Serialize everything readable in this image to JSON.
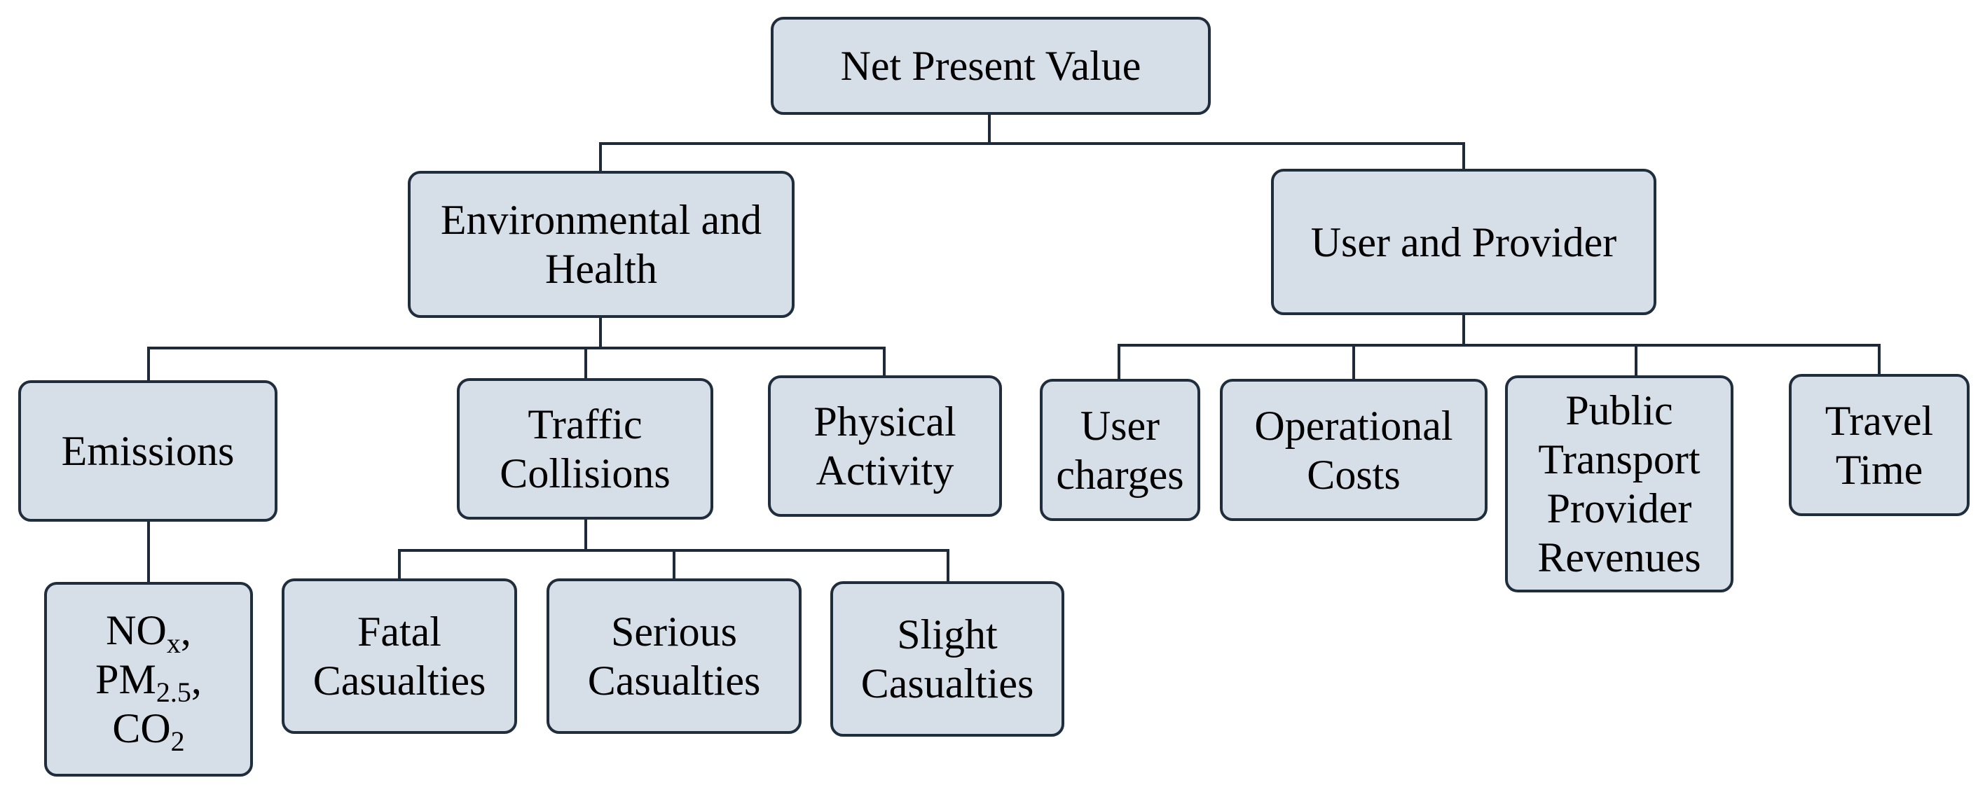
{
  "diagram": {
    "root": {
      "lines": [
        "Net Present Value"
      ]
    },
    "env_health": {
      "lines": [
        "Environmental and",
        "Health"
      ]
    },
    "user_provider": {
      "lines": [
        "User and Provider"
      ]
    },
    "emissions": {
      "lines": [
        "Emissions"
      ]
    },
    "traffic_collisions": {
      "lines": [
        "Traffic",
        "Collisions"
      ]
    },
    "physical_activity": {
      "lines": [
        "Physical",
        "Activity"
      ]
    },
    "user_charges": {
      "lines": [
        "User",
        "charges"
      ]
    },
    "operational_costs": {
      "lines": [
        "Operational",
        "Costs"
      ]
    },
    "pt_revenues": {
      "lines": [
        "Public",
        "Transport",
        "Provider",
        "Revenues"
      ]
    },
    "travel_time": {
      "lines": [
        "Travel",
        "Time"
      ]
    },
    "pollutants": {
      "nox": {
        "base": "NO",
        "sub": "x",
        "suffix": ","
      },
      "pm25": {
        "base": "PM",
        "sub": "2.5",
        "suffix": ","
      },
      "co2": {
        "base": "CO",
        "sub": "2",
        "suffix": ""
      }
    },
    "fatal": {
      "lines": [
        "Fatal",
        "Casualties"
      ]
    },
    "serious": {
      "lines": [
        "Serious",
        "Casualties"
      ]
    },
    "slight": {
      "lines": [
        "Slight",
        "Casualties"
      ]
    }
  }
}
